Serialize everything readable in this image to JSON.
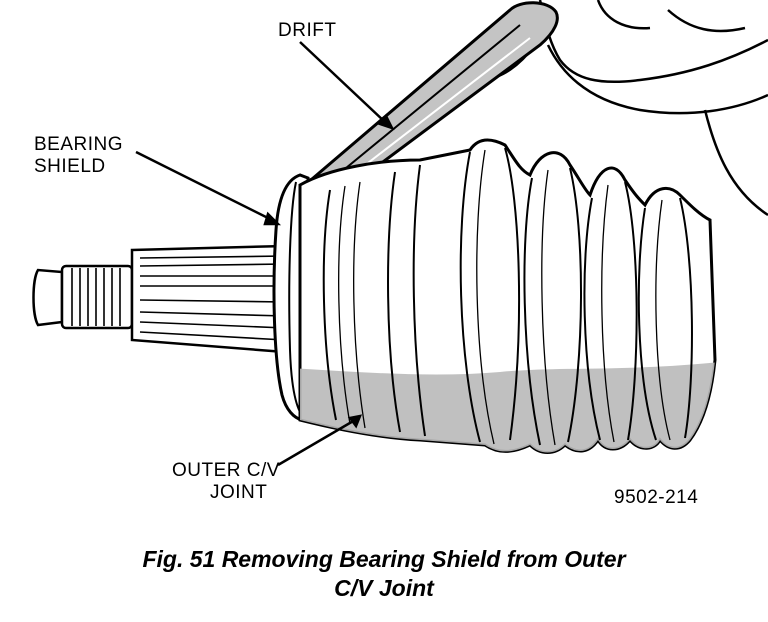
{
  "labels": {
    "drift": "DRIFT",
    "bearing_shield_line1": "BEARING",
    "bearing_shield_line2": "SHIELD",
    "outer_cv_line1": "OUTER C/V",
    "outer_cv_line2": "JOINT",
    "figure_code": "9502-214"
  },
  "caption": {
    "line1": "Fig. 51 Removing Bearing Shield from Outer",
    "line2": "C/V Joint"
  },
  "colors": {
    "ink": "#000000",
    "shade": "#b9b9b9",
    "paper": "#ffffff"
  }
}
